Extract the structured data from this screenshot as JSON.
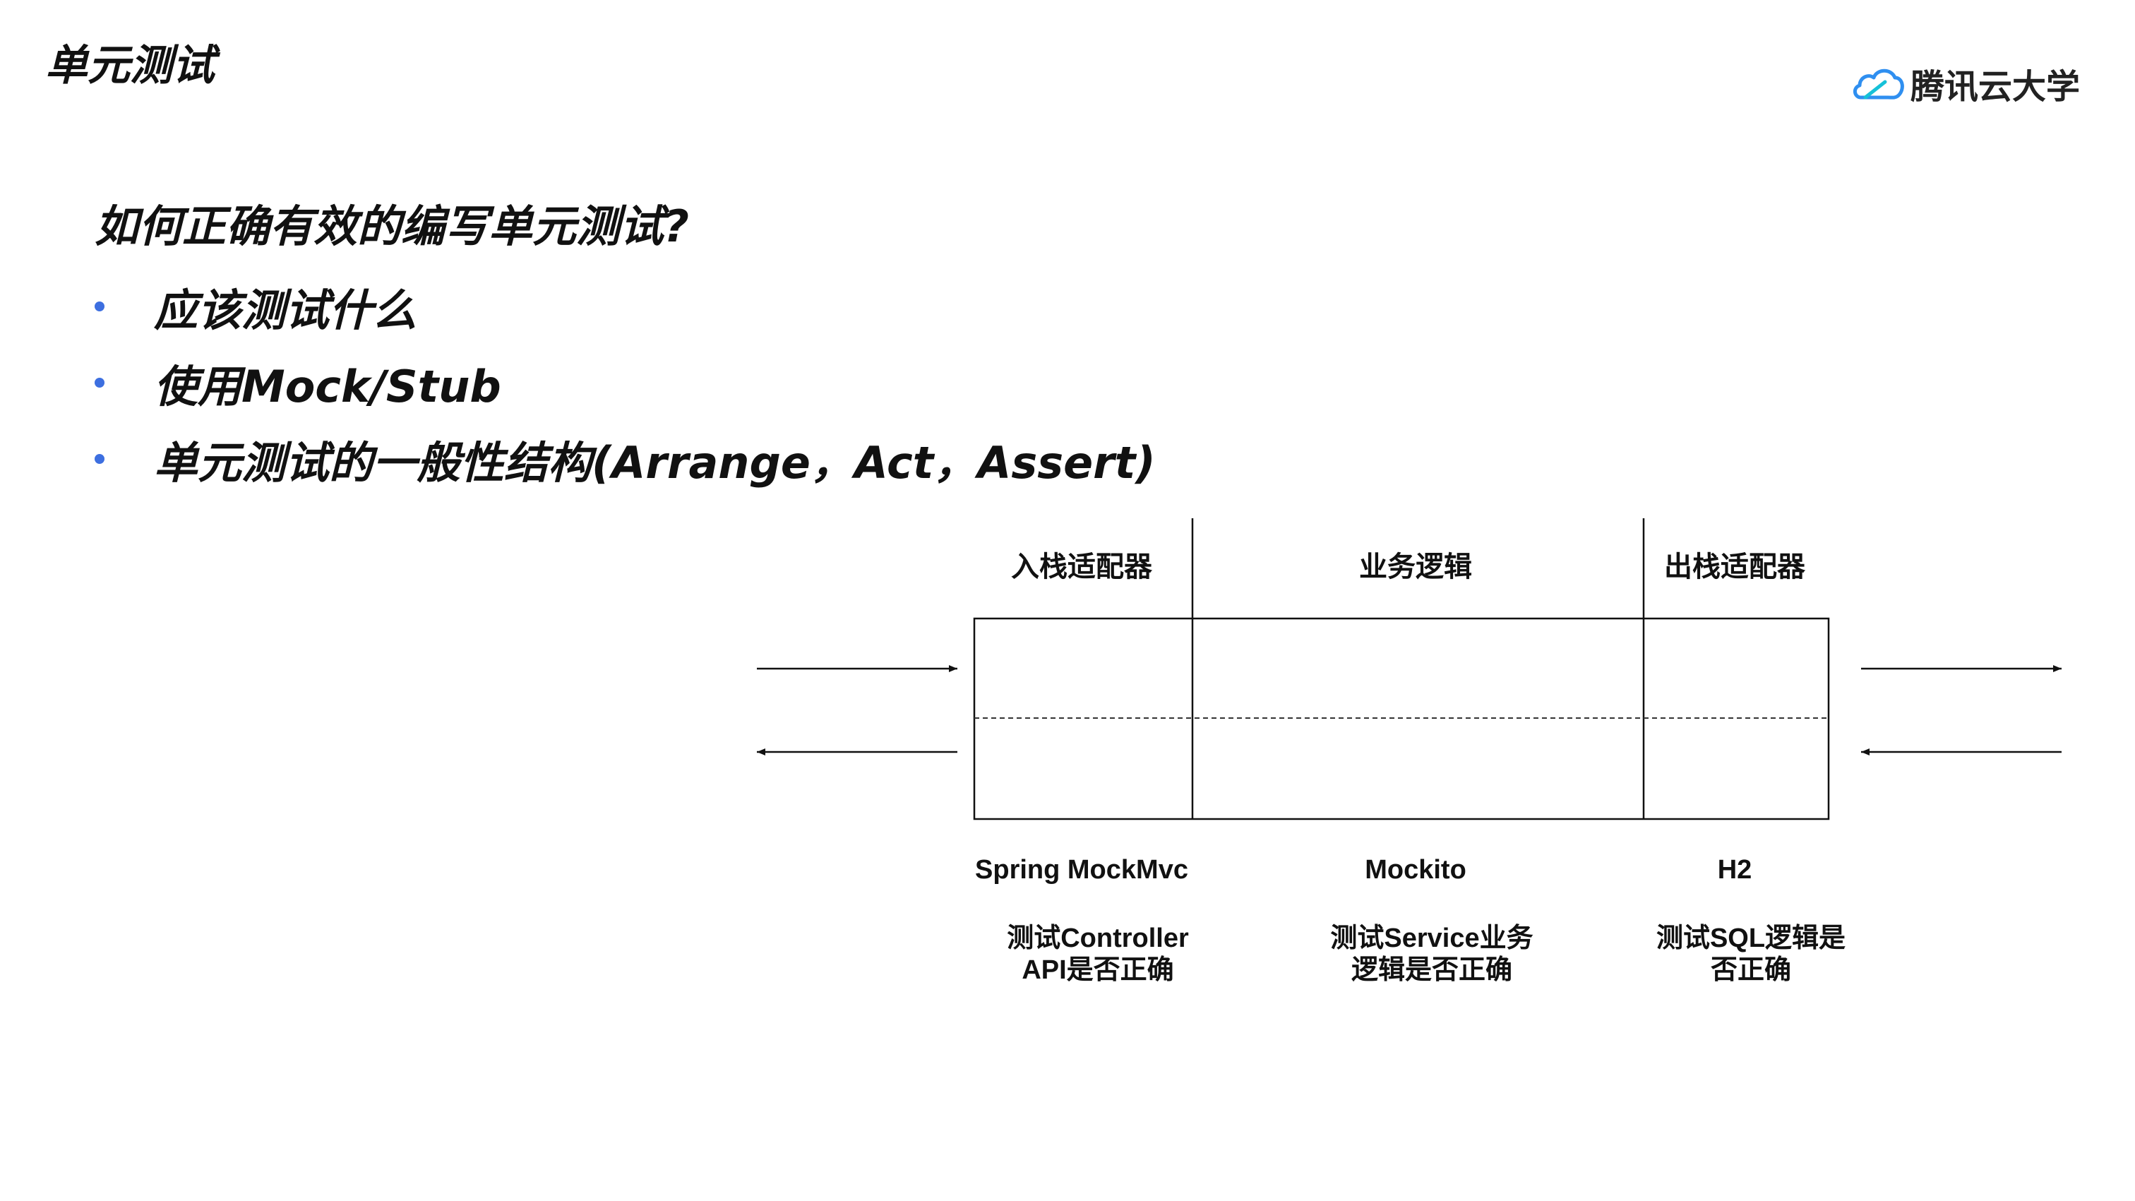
{
  "slide": {
    "title": "单元测试",
    "question": "如何正确有效的编写单元测试?"
  },
  "logo": {
    "icon": "cloud-logo-icon",
    "text": "腾讯云大学"
  },
  "bullets": [
    "应该测试什么",
    "使用Mock/Stub",
    "单元测试的一般性结构(Arrange，Act，Assert)"
  ],
  "diagram": {
    "columns": [
      {
        "header": "入栈适配器",
        "tool": "Spring MockMvc",
        "desc_lines": [
          "测试Controller",
          "API是否正确"
        ]
      },
      {
        "header": "业务逻辑",
        "tool": "Mockito",
        "desc_lines": [
          "测试Service业务",
          "逻辑是否正确"
        ]
      },
      {
        "header": "出栈适配器",
        "tool": "H2",
        "desc_lines": [
          "测试SQL逻辑是",
          "否正确"
        ]
      }
    ]
  },
  "colors": {
    "bullet": "#3d6fe0",
    "logo_blue": "#2f8ff0",
    "text": "#111111"
  }
}
